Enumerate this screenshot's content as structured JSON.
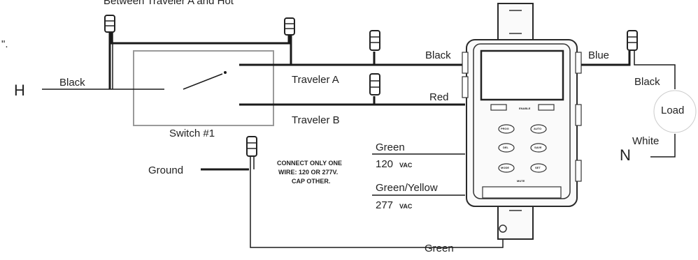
{
  "labels": {
    "top_note": "Between Traveler A and Hot",
    "mark": "\".",
    "h": "H",
    "n": "N",
    "black_h": "Black",
    "switch1": "Switch #1",
    "traveler_a": "Traveler A",
    "traveler_b": "Traveler B",
    "black_to_device": "Black",
    "red": "Red",
    "ground": "Ground",
    "connect_note_1": "CONNECT ONLY ONE",
    "connect_note_2": "WIRE: 120 OR 277V.",
    "connect_note_3": "CAP OTHER.",
    "green_120": "Green",
    "v120": "120",
    "vac1": "VAC",
    "green_yellow": "Green/Yellow",
    "v277": "277",
    "vac2": "VAC",
    "green_bottom": "Green",
    "blue": "Blue",
    "black_load": "Black",
    "load": "Load",
    "white": "White"
  },
  "device_buttons": {
    "top": "ENABLE",
    "r1l": "PROG",
    "r1r": "AUTO",
    "r2l": "DEL",
    "r2r": "SAVE",
    "r3l": "MODE",
    "r3r": "SET",
    "bottom": "MUTE"
  }
}
